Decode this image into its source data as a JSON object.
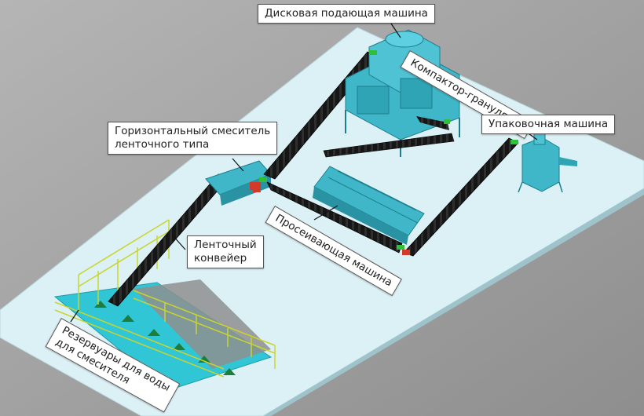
{
  "labels": {
    "disc_feeder": "Дисковая подающая машина",
    "compactor": "Компактор-гранулятор",
    "packing": "Упаковочная машина",
    "mixer_line1": "Горизонтальный смеситель",
    "mixer_line2": "ленточного типа",
    "belt_line1": "Ленточный",
    "belt_line2": "конвейер",
    "screener": "Просеивающая  машина",
    "tanks_line1": "Резервуары для воды",
    "tanks_line2": "для смесителя"
  },
  "colors": {
    "background": "#9a9a9a",
    "platform": "#d9f0f5",
    "machine": "#3fb7c9",
    "belt": "#1a1a1a",
    "accent_green": "#2fbf3a",
    "accent_red": "#d23a2a",
    "railing": "#c8d22e",
    "water": "#2ec4d6"
  }
}
